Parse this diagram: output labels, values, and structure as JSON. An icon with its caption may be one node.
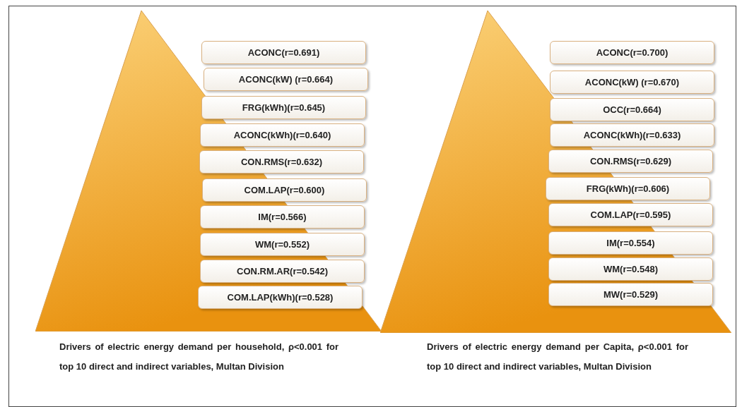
{
  "diagram": {
    "nodes": [
      {
        "text": [],
        "shape": "triangle"
      },
      {
        "text": [
          "ACONC(r=0.691)"
        ],
        "in": 0
      },
      {
        "text": [
          "ACONC(kW) (r=0.664)"
        ],
        "in": 0
      },
      {
        "text": [
          "FRG(kWh)(r=0.645)"
        ],
        "in": 0
      },
      {
        "text": [
          "ACONC(kWh)(r=0.640)"
        ],
        "in": 0
      },
      {
        "text": [
          "CON.RMS(r=0.632)"
        ],
        "in": 0
      },
      {
        "text": [
          "COM.LAP(r=0.600)"
        ],
        "in": 0
      },
      {
        "text": [
          "IM(r=0.566)"
        ],
        "in": 0
      },
      {
        "text": [
          "WM(r=0.552)"
        ],
        "in": 0
      },
      {
        "text": [
          "CON.RM.AR(r=0.542)"
        ],
        "in": 0
      },
      {
        "text": [
          "COM.LAP(kWh)(r=0.528)"
        ],
        "in": 0
      },
      {
        "text": [],
        "shape": "triangle"
      },
      {
        "text": [
          "ACONC(r=0.700)"
        ],
        "in": 11
      },
      {
        "text": [
          "ACONC(kW) (r=0.670)"
        ],
        "in": 11
      },
      {
        "text": [
          "OCC(r=0.664)"
        ],
        "in": 11
      },
      {
        "text": [
          "ACONC(kWh)(r=0.633)"
        ],
        "in": 11
      },
      {
        "text": [
          "CON.RMS(r=0.629)"
        ],
        "in": 11
      },
      {
        "text": [
          "FRG(kWh)(r=0.606)"
        ],
        "in": 11
      },
      {
        "text": [
          "COM.LAP(r=0.595)"
        ],
        "in": 11
      },
      {
        "text": [
          "IM(r=0.554)"
        ],
        "in": 11
      },
      {
        "text": [
          "WM(r=0.548)"
        ],
        "in": 11
      },
      {
        "text": [
          "MW(r=0.529)"
        ],
        "in": 11
      }
    ],
    "labels": [
      "Drivers of electric energy demand per **household,** ρ<0.001 for top 10 **direct** and **indirect** variables, **Multan Division**",
      "Drivers of electric energy demand **per Capita,** ρ<0.001 for top 10 **direct** and **indirect** variables, **Multan Division**"
    ]
  }
}
